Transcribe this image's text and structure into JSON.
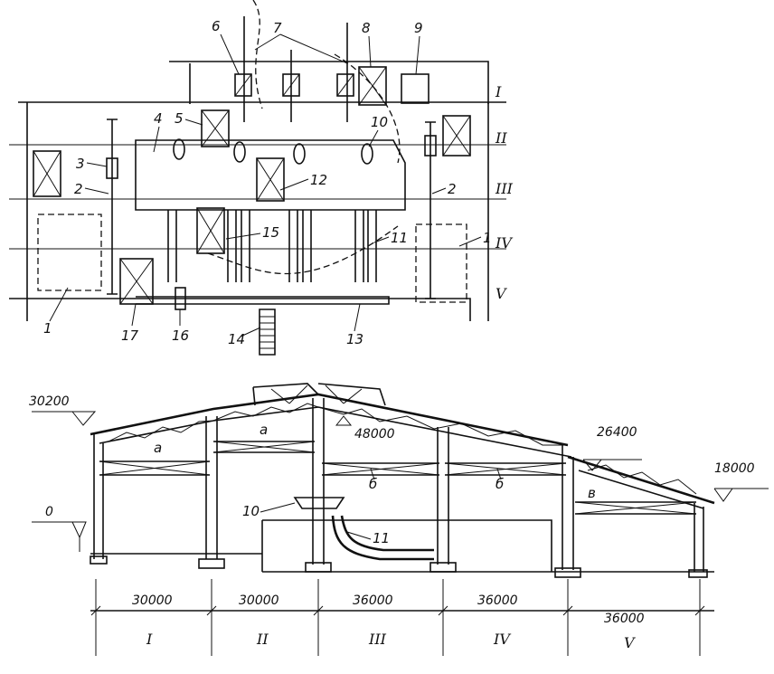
{
  "plan": {
    "callouts": [
      "1",
      "1",
      "2",
      "2",
      "3",
      "4",
      "5",
      "6",
      "7",
      "8",
      "9",
      "10",
      "11",
      "12",
      "13",
      "14",
      "15",
      "16",
      "17"
    ],
    "bays": [
      "I",
      "II",
      "III",
      "IV",
      "V"
    ]
  },
  "section": {
    "elevations": [
      "30200",
      "0",
      "48000",
      "26400",
      "18000"
    ],
    "callouts": [
      "10",
      "11",
      "a",
      "a",
      "б",
      "б",
      "в"
    ],
    "spans": [
      "30000",
      "30000",
      "36000",
      "36000",
      "36000"
    ],
    "bays": [
      "I",
      "II",
      "III",
      "IV",
      "V"
    ]
  },
  "colors": {
    "ink": "#111111",
    "paper": "#ffffff"
  }
}
